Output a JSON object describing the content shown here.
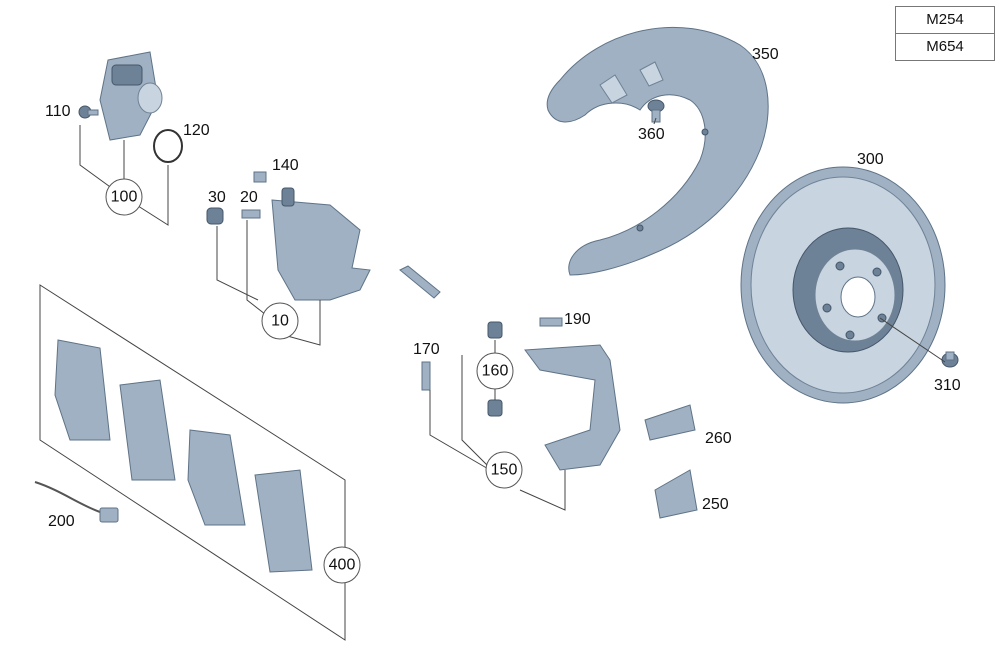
{
  "models": [
    "M254",
    "M654"
  ],
  "part_labels": {
    "p10": "10",
    "p20": "20",
    "p30": "30",
    "p100": "100",
    "p110": "110",
    "p120": "120",
    "p140": "140",
    "p150": "150",
    "p160": "160",
    "p170": "170",
    "p190": "190",
    "p200": "200",
    "p250": "250",
    "p260": "260",
    "p300": "300",
    "p310": "310",
    "p350": "350",
    "p360": "360",
    "p400": "400"
  }
}
